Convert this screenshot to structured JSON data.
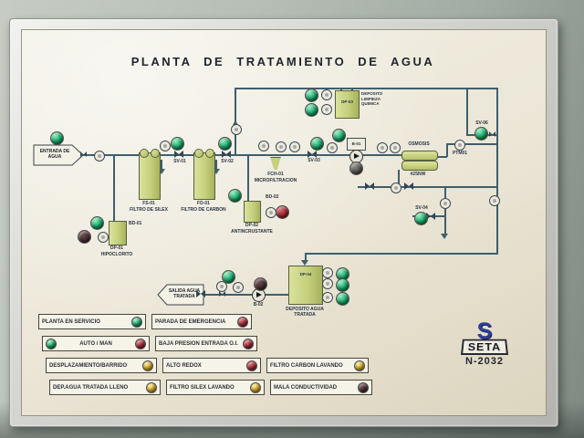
{
  "title": "PLANTA DE TRATAMIENTO DE AGUA",
  "colors": {
    "pipe": "#3f5f6d",
    "tank_fill": "#c6cf7c",
    "panel": "#ece7d8",
    "light_green": "#0f9c60",
    "light_red": "#96202e",
    "light_yellow": "#cfa11d",
    "logo_blue": "#2b3f93"
  },
  "d": {
    "entrada1": "ENTRADA DE",
    "entrada2": "AGUA",
    "salida1": "SALIDA AGUA",
    "salida2": "TRATADA",
    "sv01": "SV-01",
    "sv02": "SV-02",
    "sv03": "SV-03",
    "sv04": "SV-04",
    "sv06": "SV-06",
    "fs_tag": "FS-01",
    "fs_name": "FILTRO DE SILEX",
    "fd_tag": "FD-01",
    "fd_name": "FILTRO DE CARBON",
    "fch_tag": "FCH-01",
    "fch_name": "MICROFILTRACION",
    "dp01_tag": "DP-01",
    "dp01_name": "HIPOCLORITO",
    "dp02_tag": "DP-02",
    "dp02_name": "ANTINCRUSTANTE",
    "dp03_tag": "DP-03",
    "dp03_name": "DEPOSITO LIMPIEZA QUIMICA",
    "dp04_tag": "DP-04",
    "dp04_name": "DEPOSITO AGUA TRATADA",
    "bd01": "BD-01",
    "bd02": "BD-02",
    "b01": "B-01",
    "b02": "B-02",
    "ptm01": "PTM01",
    "osmosis": "OSMOSIS",
    "osmosis_model": "#25NW"
  },
  "legend": {
    "col1": [
      {
        "label": "PLANTA EN SERVICIO"
      },
      {
        "label": "AUTO / MAN"
      },
      {
        "label": "DESPLAZAMIENTO/BARRIDO"
      },
      {
        "label": "DEP.AGUA TRATADA LLENO"
      }
    ],
    "col2": [
      {
        "label": "PARADA DE EMERGENCIA"
      },
      {
        "label": "BAJA PRESION ENTRADA O.I."
      },
      {
        "label": "ALTO REDOX"
      },
      {
        "label": "FILTRO SILEX LAVANDO"
      }
    ],
    "col3": [
      {
        "label": "FILTRO CARBON LAVANDO"
      },
      {
        "label": "MALA CONDUCTIVIDAD"
      }
    ]
  },
  "logo": {
    "initial": "S",
    "brand": "SETA",
    "model": "N-2032"
  }
}
